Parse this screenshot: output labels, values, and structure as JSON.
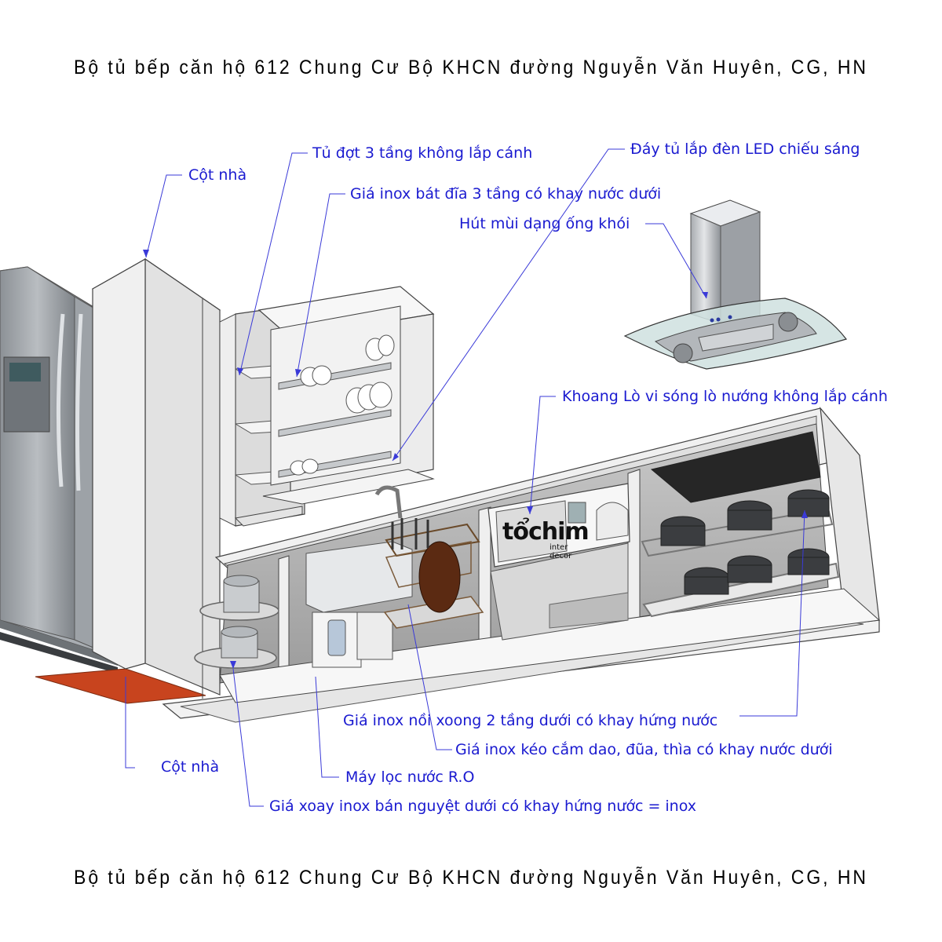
{
  "title": "Bộ tủ bếp căn hộ  612 Chung Cư Bộ KHCN đường Nguyễn Văn Huyên, CG, HN",
  "footer_title": "Bộ tủ bếp căn hộ  612 Chung Cư Bộ KHCN đường Nguyễn Văn Huyên, CG, HN",
  "labels": {
    "cot_nha_top": "Cột nhà",
    "tu_dot": "Tủ đợt 3 tầng không lắp cánh",
    "gia_bat_dia": "Giá inox bát đĩa 3 tầng có khay nước dưới",
    "day_tu_led": "Đáy tủ lắp đèn LED chiếu sáng",
    "hut_mui": "Hút mùi dạng ống khói",
    "khoang_lo": "Khoang Lò vi sóng lò nướng không lắp cánh",
    "gia_noi_xoong": "Giá inox nồi xoong 2 tầng dưới có khay hứng nước",
    "gia_dao_dua": "Giá inox kéo cắm dao, đũa, thìa có khay nước dưới",
    "cot_nha_bottom": "Cột nhà",
    "may_loc": "Máy lọc nước R.O",
    "gia_xoay": "Giá xoay inox bán nguyệt dưới có khay hứng nước = inox"
  },
  "logo": {
    "main": "tổchim",
    "sub": "inter decor"
  },
  "colors": {
    "label": "#1a1ad0",
    "leader": "#3a3ad8",
    "plinth": "#c8441e",
    "cabinet": "#e9e9e9",
    "steel": "#9ea3a8"
  }
}
